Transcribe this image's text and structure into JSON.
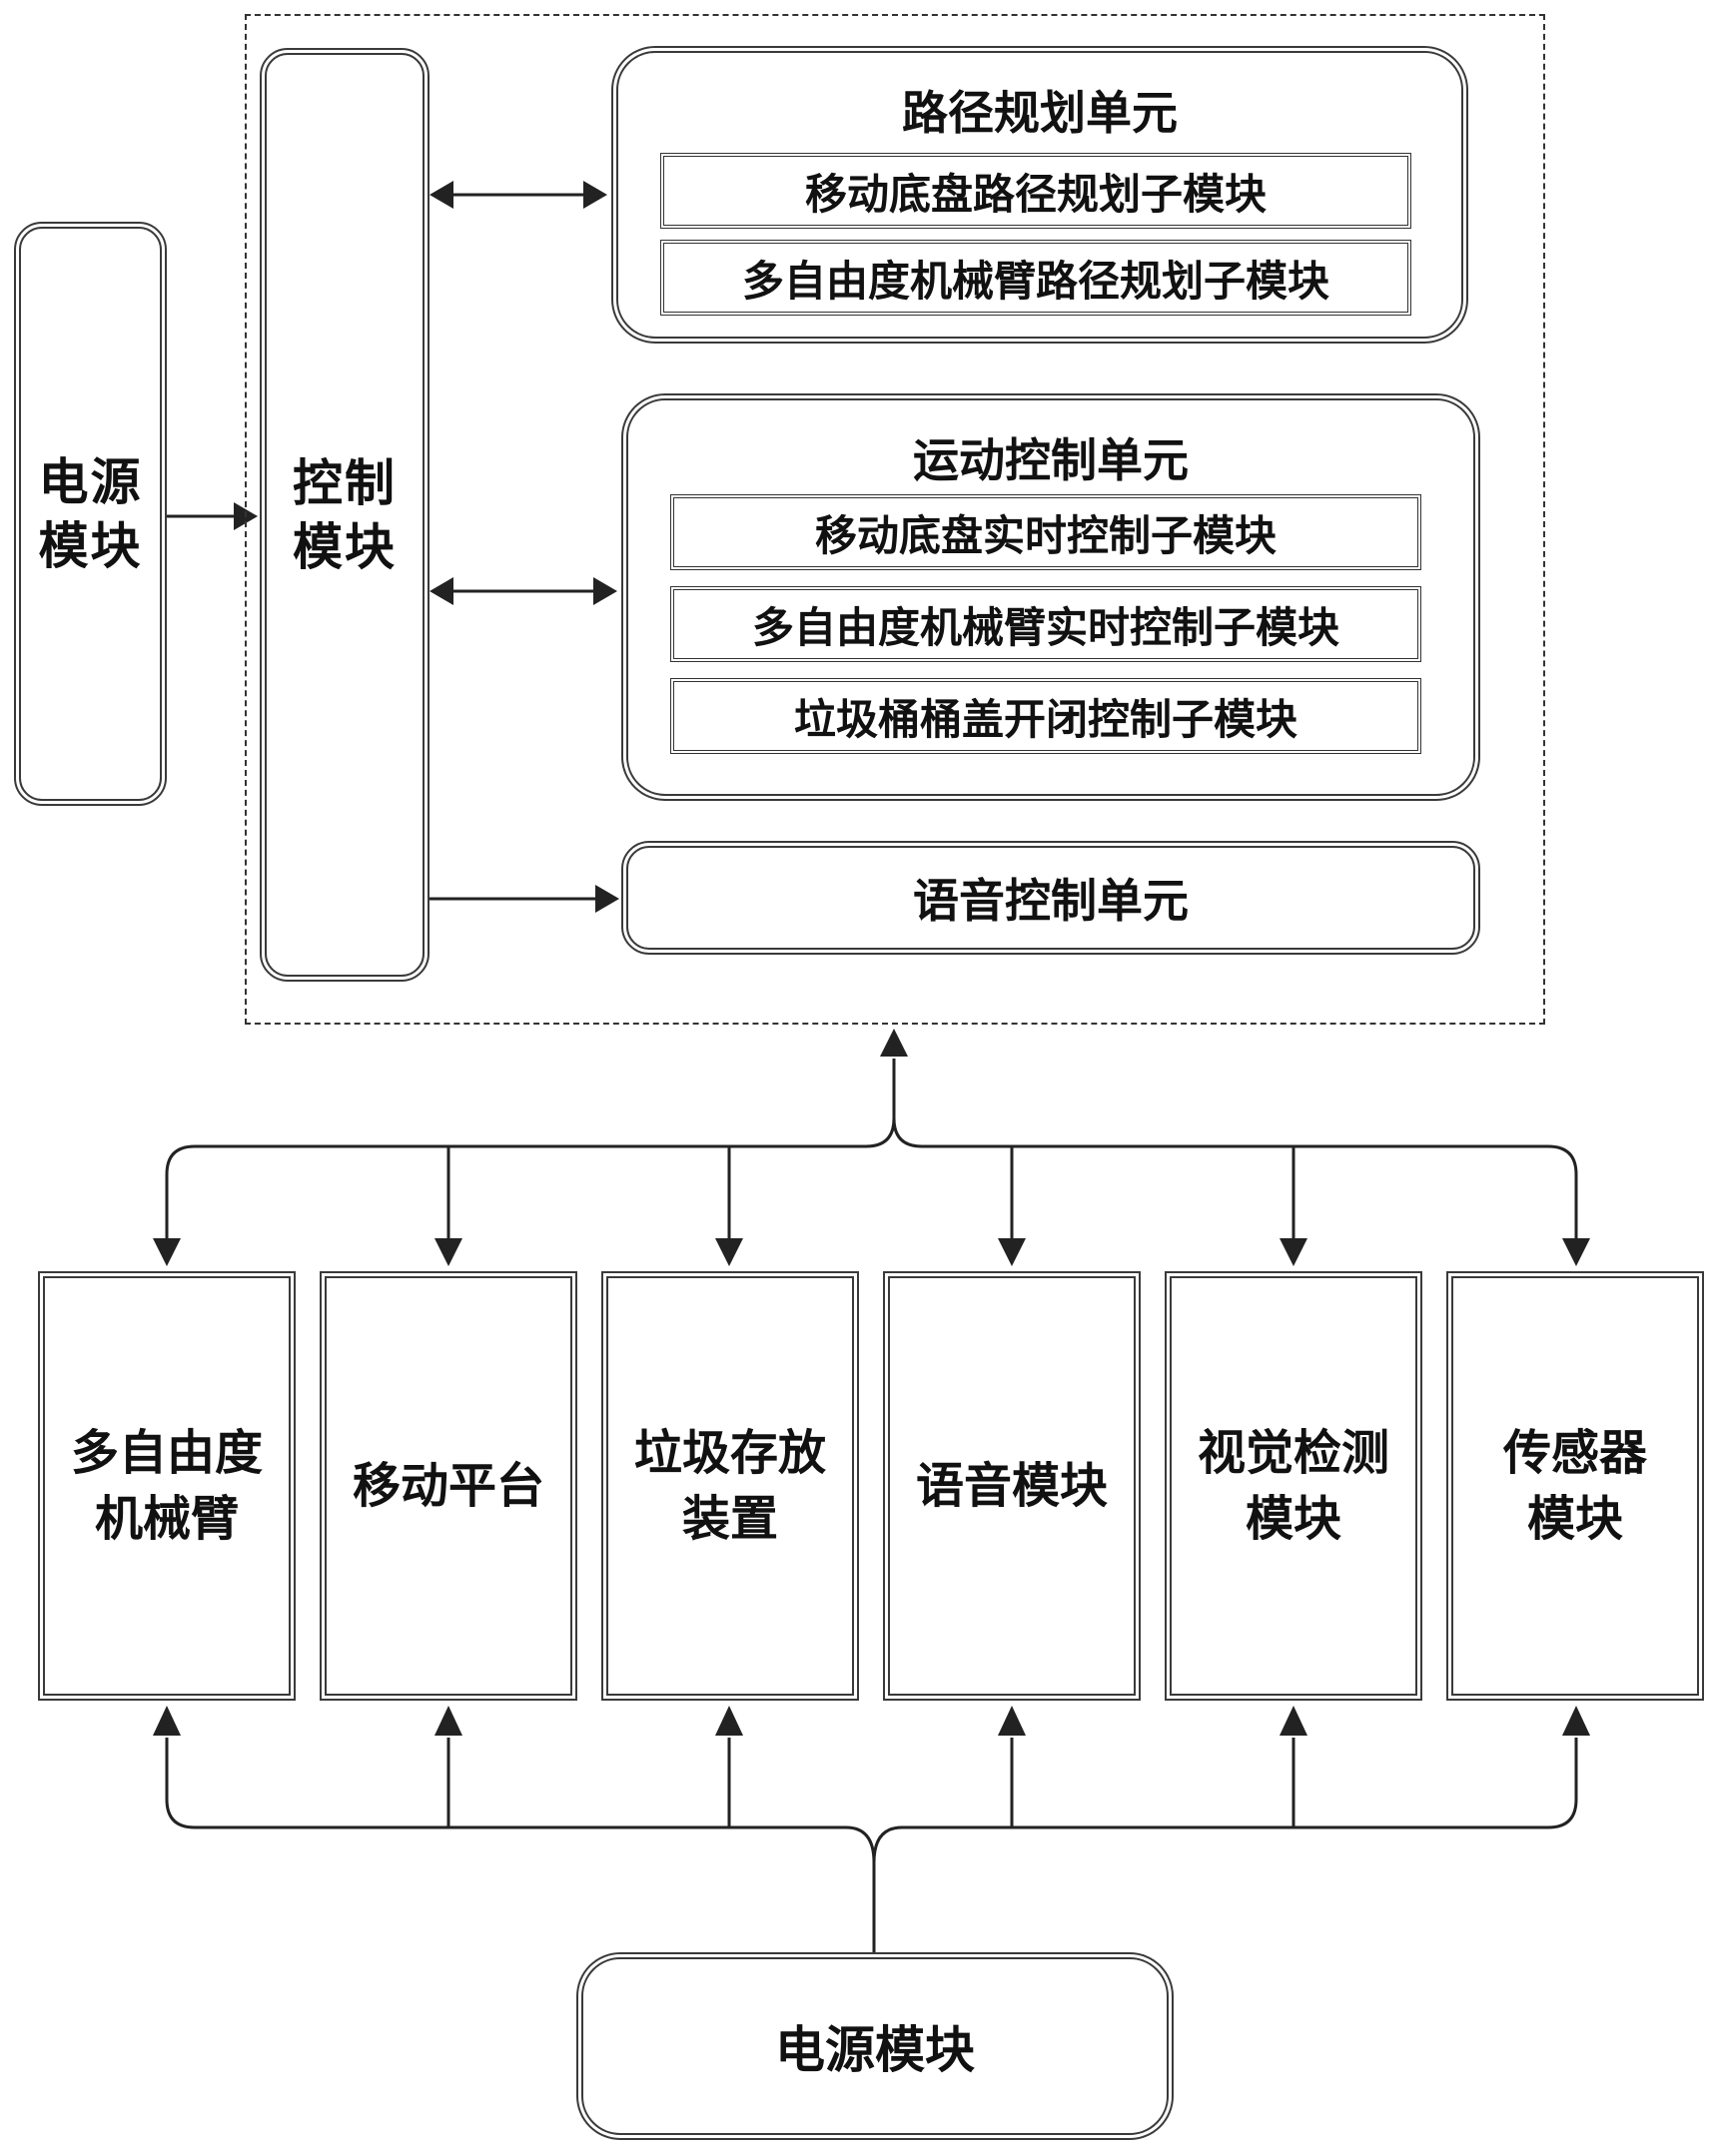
{
  "left_power": {
    "label": "电源\n模块"
  },
  "control": {
    "label": "控制\n模块"
  },
  "path_planning": {
    "title": "路径规划单元",
    "subs": [
      "移动底盘路径规划子模块",
      "多自由度机械臂路径规划子模块"
    ]
  },
  "motion_control": {
    "title": "运动控制单元",
    "subs": [
      "移动底盘实时控制子模块",
      "多自由度机械臂实时控制子模块",
      "垃圾桶桶盖开闭控制子模块"
    ]
  },
  "voice_control": {
    "title": "语音控制单元"
  },
  "modules": [
    {
      "label": "多自由度\n机械臂"
    },
    {
      "label": "移动平台"
    },
    {
      "label": "垃圾存放\n装置"
    },
    {
      "label": "语音模块"
    },
    {
      "label": "视觉检测\n模块"
    },
    {
      "label": "传感器\n模块"
    }
  ],
  "bottom_power": {
    "label": "电源模块"
  }
}
